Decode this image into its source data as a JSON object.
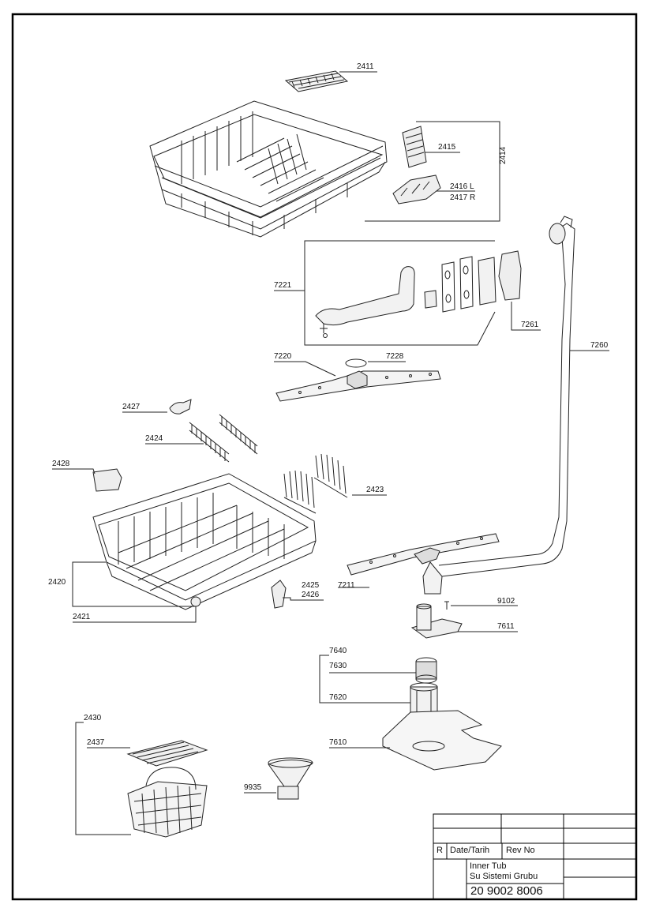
{
  "callouts": {
    "c2411": "2411",
    "c2415": "2415",
    "c2414": "2414",
    "c2416": "2416 L",
    "c2417": "2417 R",
    "c7221": "7221",
    "c7261": "7261",
    "c7260": "7260",
    "c7220": "7220",
    "c7228": "7228",
    "c2427": "2427",
    "c2424": "2424",
    "c2428": "2428",
    "c2423": "2423",
    "c2420": "2420",
    "c2421": "2421",
    "c2425": "2425",
    "c2426": "2426",
    "c7211": "7211",
    "c9102": "9102",
    "c7611": "7611",
    "c7640": "7640",
    "c7630": "7630",
    "c7620": "7620",
    "c7610": "7610",
    "c2430": "2430",
    "c2437": "2437",
    "c9935": "9935"
  },
  "title_block": {
    "rev_label": "R",
    "date_label": "Date/Tarih",
    "revno_label": "Rev No",
    "title_line1": "Inner Tub",
    "title_line2": "Su Sistemi Grubu",
    "drawing_number": "20 9002 8006"
  }
}
